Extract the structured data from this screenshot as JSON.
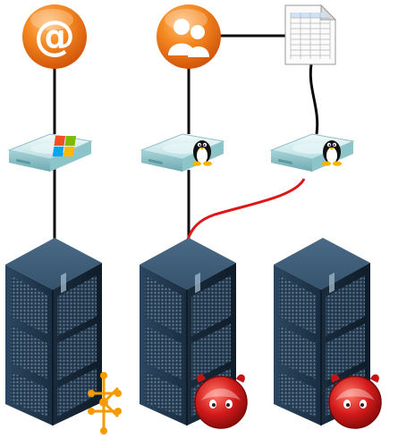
{
  "diagram": {
    "services": [
      {
        "id": "email",
        "icon": "at-sign-icon"
      },
      {
        "id": "users",
        "icon": "users-icon"
      },
      {
        "id": "spreadsheet",
        "icon": "spreadsheet-document-icon"
      }
    ],
    "storage_nodes": [
      {
        "id": "storage-1",
        "os": "windows-logo-icon"
      },
      {
        "id": "storage-2",
        "os": "linux-tux-icon"
      },
      {
        "id": "storage-3",
        "os": "linux-tux-icon"
      }
    ],
    "servers": [
      {
        "id": "server-1",
        "badge": "network-node-icon"
      },
      {
        "id": "server-2",
        "badge": "freebsd-daemon-icon"
      },
      {
        "id": "server-3",
        "badge": "freebsd-daemon-icon"
      }
    ],
    "colors": {
      "orange": "#f07a1a",
      "link_black": "#0a0a0a",
      "link_red": "#e01515",
      "server_dark": "#1f3347",
      "storage_teal": "#bfe3e6",
      "freebsd_red": "#d11a1a"
    }
  }
}
